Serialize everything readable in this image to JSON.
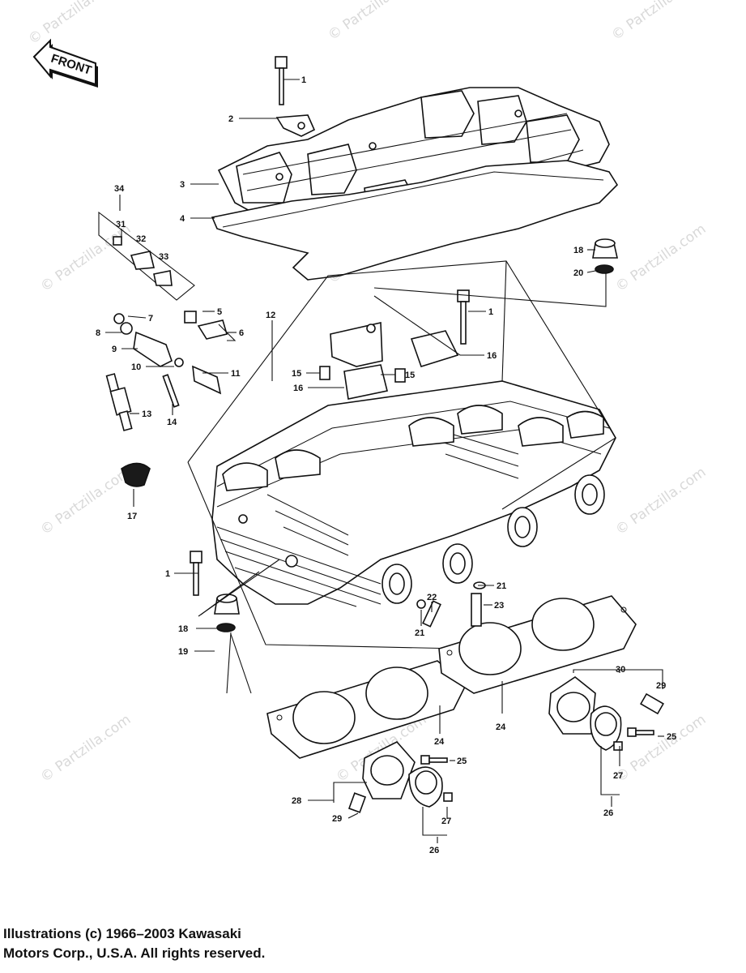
{
  "front_arrow": {
    "text": "FRONT"
  },
  "watermark": "© Partzilla.com",
  "copyright": {
    "line1": "Illustrations (c) 1966–2003 Kawasaki",
    "line2": "Motors Corp., U.S.A.  All rights reserved."
  },
  "callouts": [
    "1",
    "2",
    "3",
    "4",
    "34",
    "31",
    "32",
    "33",
    "18",
    "20",
    "1",
    "5",
    "6",
    "7",
    "8",
    "9",
    "12",
    "16",
    "15",
    "15",
    "10",
    "11",
    "16",
    "13",
    "14",
    "17",
    "1",
    "21",
    "22",
    "23",
    "21",
    "18",
    "19",
    "30",
    "29",
    "25",
    "24",
    "24",
    "25",
    "27",
    "28",
    "29",
    "27",
    "26",
    "26"
  ]
}
